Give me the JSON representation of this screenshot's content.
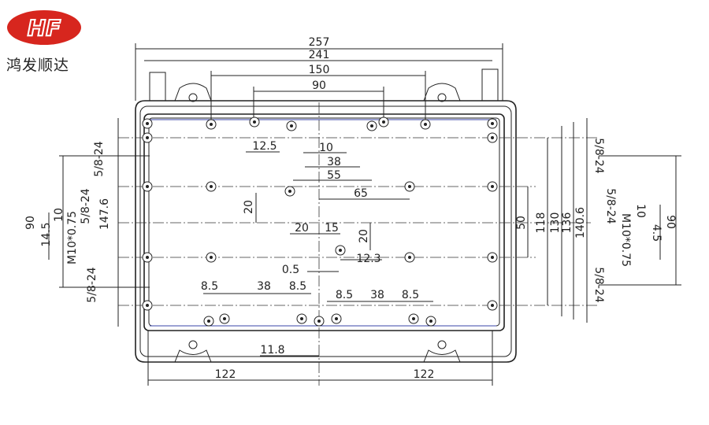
{
  "brand": {
    "logo_text": "HF",
    "name": "鸿发顺达",
    "logo_color": "#d7261e"
  },
  "dimensions": {
    "top": {
      "overall": "257",
      "flange": "241",
      "lug_span": "150",
      "inner_span": "90"
    },
    "center": {
      "d12_5": "12.5",
      "d10": "10",
      "d38": "38",
      "d55": "55",
      "d65": "65",
      "d20_v_left": "20",
      "d20_h": "20",
      "d15": "15",
      "d20_v_right": "20",
      "d12_3": "12.3",
      "d0_5": "0.5",
      "d11_8": "11.8"
    },
    "bottom_row": {
      "left": [
        "8.5",
        "38",
        "8.5"
      ],
      "right": [
        "8.5",
        "38",
        "8.5"
      ]
    },
    "bottom": {
      "left": "122",
      "right": "122"
    },
    "right_vertical": {
      "d50": "50",
      "d118": "118",
      "d130": "130",
      "d136": "136",
      "d140_6": "140.6"
    },
    "left_side": {
      "thread_top": "5/8-24",
      "thread_mid": "5/8-24",
      "thread_bottom": "5/8-24",
      "d147_6": "147.6",
      "d90": "90",
      "d14_5": "14.5",
      "d10": "10",
      "m10": "M10*0.75"
    },
    "right_side": {
      "thread_top": "5/8-24",
      "thread_mid": "5/8-24",
      "thread_bottom": "5/8-24",
      "d90": "90",
      "d4_5": "4.5",
      "d10": "10",
      "m10": "M10*0.75"
    }
  }
}
